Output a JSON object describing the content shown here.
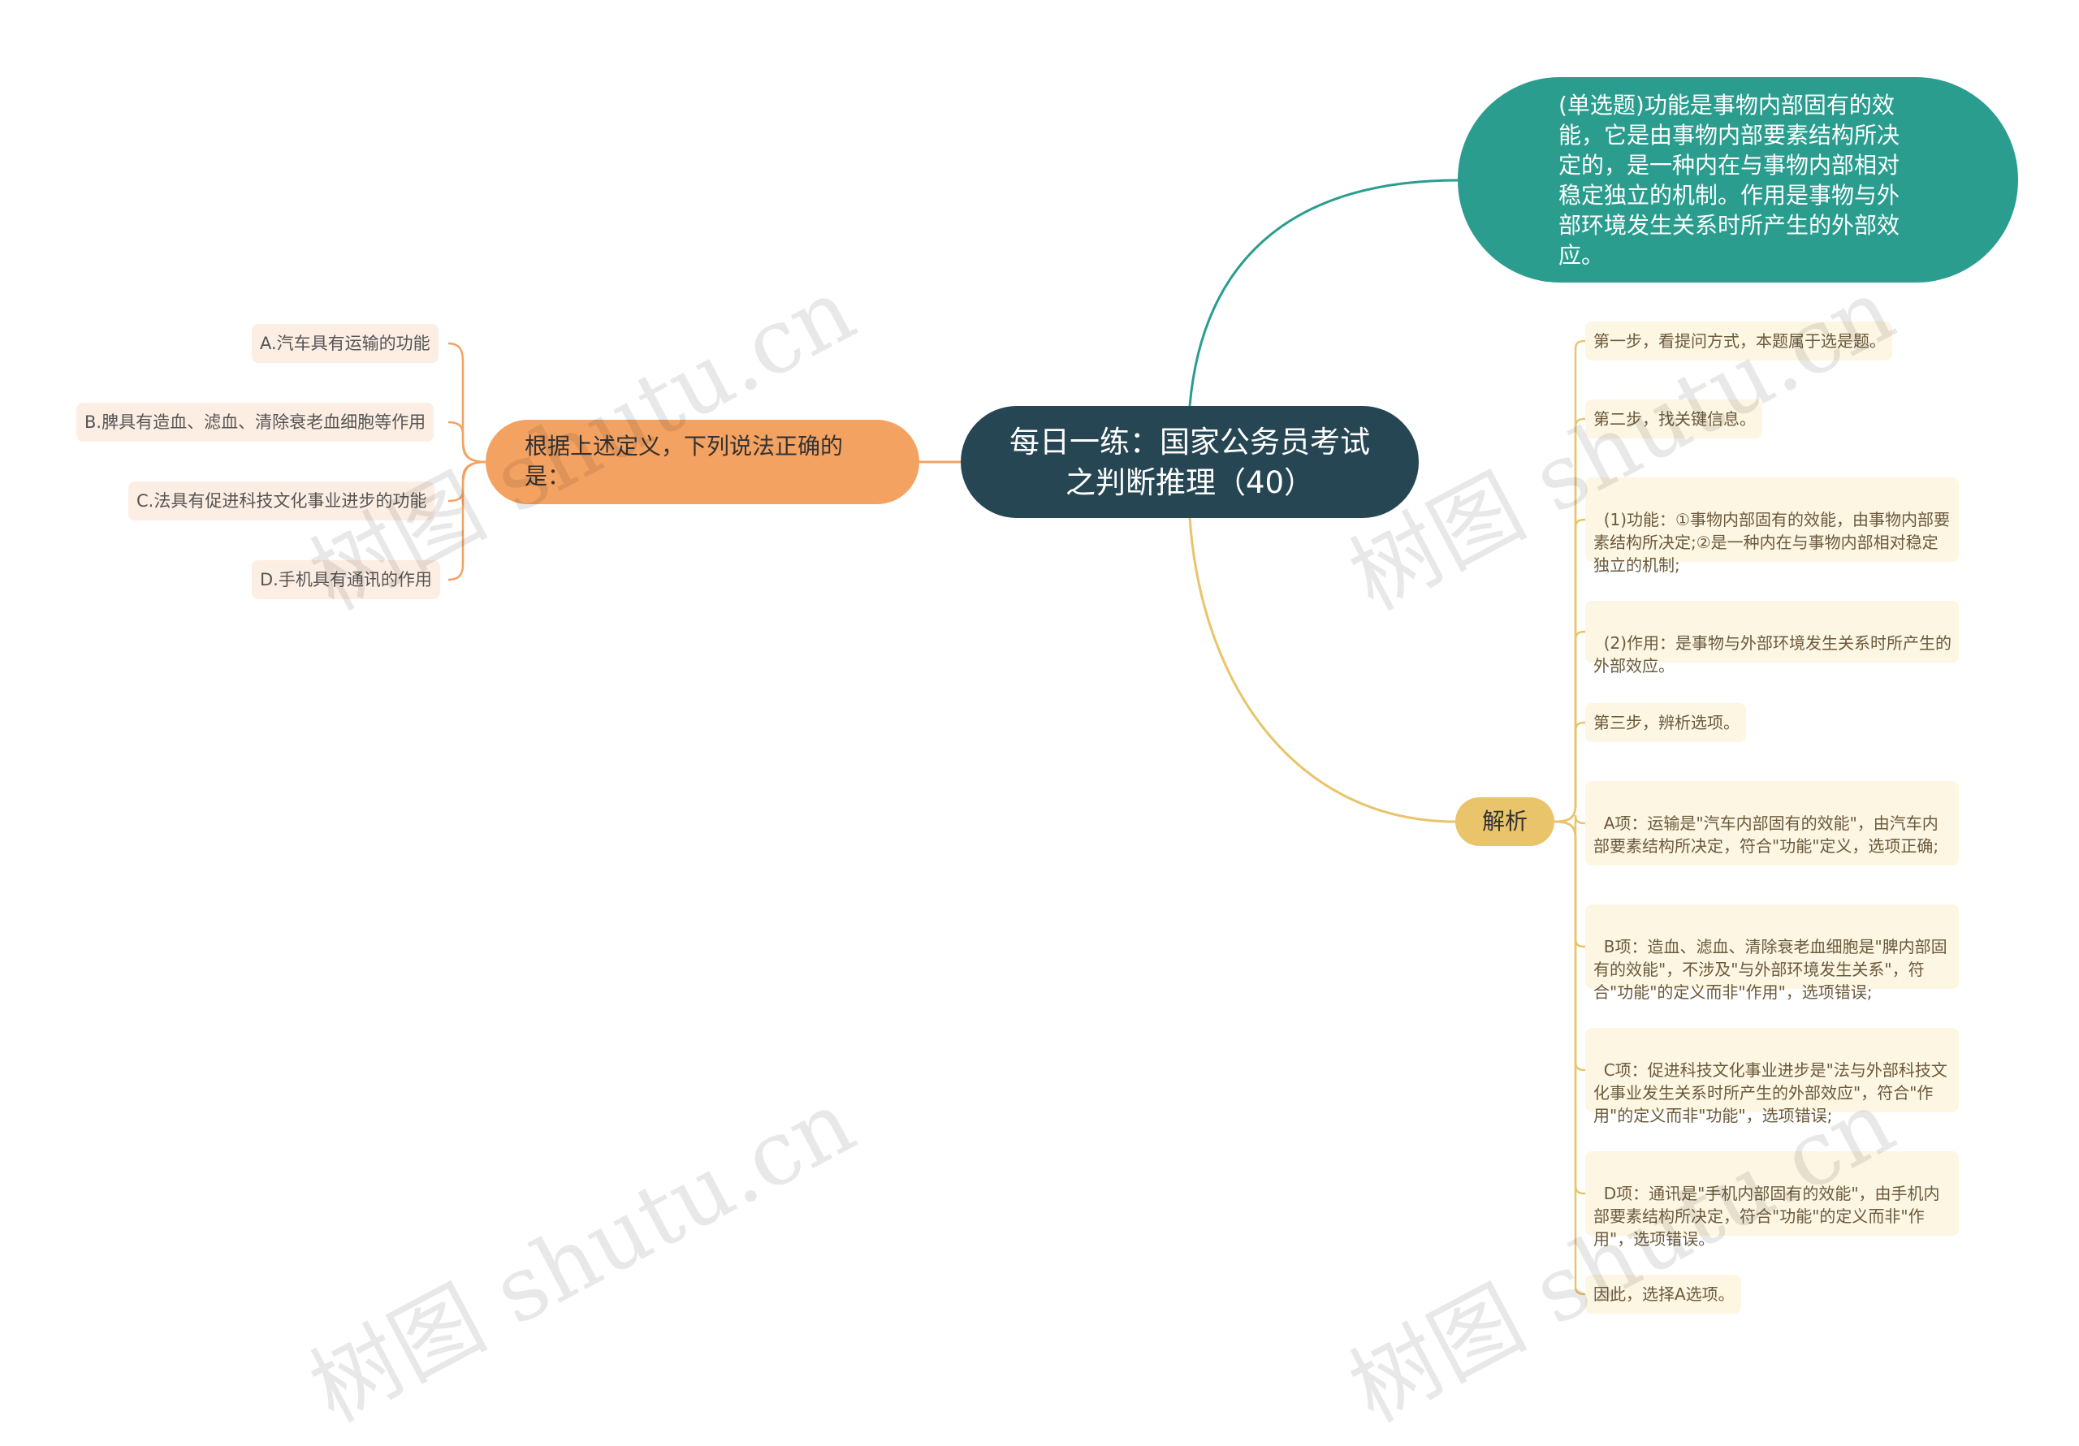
{
  "root": {
    "title": "每日一练：国家公务员考试之判断推理（40）"
  },
  "question": {
    "text": "(单选题)功能是事物内部固有的效能，它是由事物内部要素结构所决定的，是一种内在与事物内部相对稳定独立的机制。作用是事物与外部环境发生关系时所产生的外部效应。"
  },
  "prompt": {
    "text": "根据上述定义，下列说法正确的是："
  },
  "options": [
    "A.汽车具有运输的功能",
    "B.脾具有造血、滤血、清除衰老血细胞等作用",
    "C.法具有促进科技文化事业进步的功能",
    "D.手机具有通讯的作用"
  ],
  "analysis": {
    "label": "解析",
    "items": [
      "第一步，看提问方式，本题属于选是题。",
      "第二步，找关键信息。",
      "(1)功能：①事物内部固有的效能，由事物内部要素结构所决定;②是一种内在与事物内部相对稳定独立的机制;",
      "(2)作用：是事物与外部环境发生关系时所产生的外部效应。",
      "第三步，辨析选项。",
      "A项：运输是\"汽车内部固有的效能\"，由汽车内部要素结构所决定，符合\"功能\"定义，选项正确;",
      "B项：造血、滤血、清除衰老血细胞是\"脾内部固有的效能\"，不涉及\"与外部环境发生关系\"，符合\"功能\"的定义而非\"作用\"，选项错误;",
      "C项：促进科技文化事业进步是\"法与外部科技文化事业发生关系时所产生的外部效应\"，符合\"作用\"的定义而非\"功能\"，选项错误;",
      "D项：通讯是\"手机内部固有的效能\"，由手机内部要素结构所决定，符合\"功能\"的定义而非\"作用\"，选项错误。",
      "因此，选择A选项。"
    ]
  },
  "watermark": {
    "text": "树图 shutu.cn"
  },
  "colors": {
    "root": "#264653",
    "question": "#2a9d8f",
    "prompt": "#f4a261",
    "analysis": "#e9c46a",
    "option_bg": "#fdeee4",
    "analysis_item_bg": "#fdf6e3"
  }
}
